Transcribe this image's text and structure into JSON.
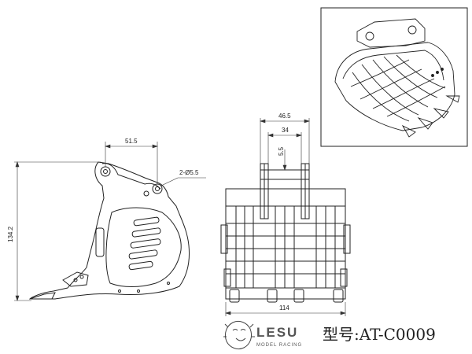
{
  "drawing": {
    "dimensions": {
      "top_width_side": "51.5",
      "hole_callout": "2-Ø5.5",
      "height_side": "134.2",
      "top_outer_width": "46.5",
      "top_inner_width": "34",
      "ear_offset": "5.5",
      "bottom_width": "114"
    }
  },
  "logo": {
    "brand": "LESU",
    "subtitle": "MODEL RACING"
  },
  "model": {
    "label": "型号:AT-C0009"
  }
}
